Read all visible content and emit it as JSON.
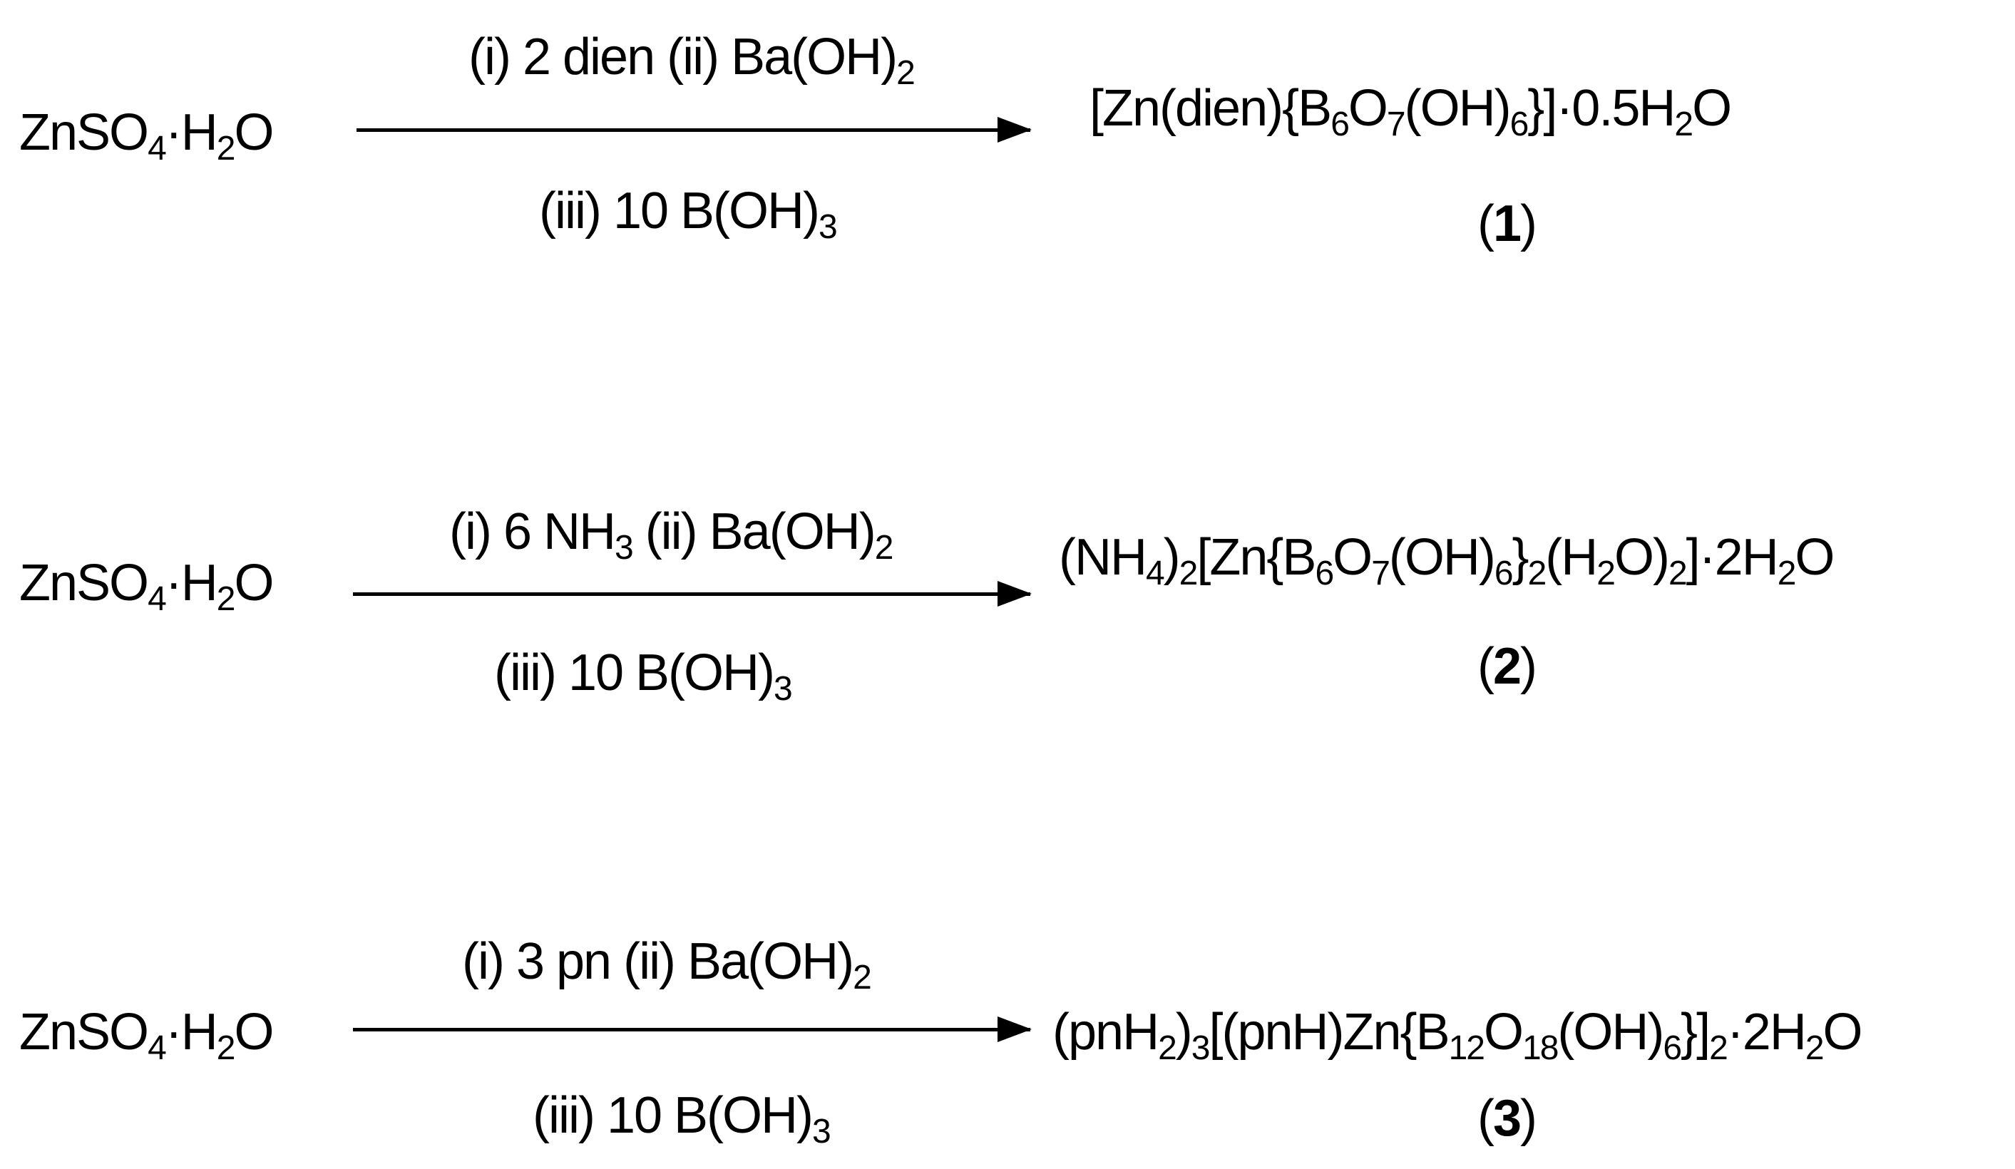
{
  "reactions": [
    {
      "reactant": [
        {
          "t": "ZnSO"
        },
        {
          "t": "4",
          "sub": true
        },
        {
          "t": "·H"
        },
        {
          "t": "2",
          "sub": true
        },
        {
          "t": "O"
        }
      ],
      "above": [
        {
          "t": "(i) 2 dien (ii) Ba(OH)"
        },
        {
          "t": "2",
          "sub": true
        }
      ],
      "below": [
        {
          "t": "(iii) 10 B(OH)"
        },
        {
          "t": "3",
          "sub": true
        }
      ],
      "product": [
        {
          "t": "[Zn(dien){B"
        },
        {
          "t": "6",
          "sub": true
        },
        {
          "t": "O"
        },
        {
          "t": "7",
          "sub": true
        },
        {
          "t": "(OH)"
        },
        {
          "t": "6",
          "sub": true
        },
        {
          "t": "}]·0.5H"
        },
        {
          "t": "2",
          "sub": true
        },
        {
          "t": "O"
        }
      ],
      "label": "1"
    },
    {
      "reactant": [
        {
          "t": "ZnSO"
        },
        {
          "t": "4",
          "sub": true
        },
        {
          "t": "·H"
        },
        {
          "t": "2",
          "sub": true
        },
        {
          "t": "O"
        }
      ],
      "above": [
        {
          "t": "(i) 6 NH"
        },
        {
          "t": "3",
          "sub": true
        },
        {
          "t": " (ii)  Ba(OH)"
        },
        {
          "t": "2",
          "sub": true
        }
      ],
      "below": [
        {
          "t": "(iii) 10 B(OH)"
        },
        {
          "t": "3",
          "sub": true
        }
      ],
      "product": [
        {
          "t": "(NH"
        },
        {
          "t": "4",
          "sub": true
        },
        {
          "t": ")"
        },
        {
          "t": "2",
          "sub": true
        },
        {
          "t": "[Zn{B"
        },
        {
          "t": "6",
          "sub": true
        },
        {
          "t": "O"
        },
        {
          "t": "7",
          "sub": true
        },
        {
          "t": "(OH)"
        },
        {
          "t": "6",
          "sub": true
        },
        {
          "t": "}"
        },
        {
          "t": "2",
          "sub": true
        },
        {
          "t": "(H"
        },
        {
          "t": "2",
          "sub": true
        },
        {
          "t": "O)"
        },
        {
          "t": "2",
          "sub": true
        },
        {
          "t": "]·2H"
        },
        {
          "t": "2",
          "sub": true
        },
        {
          "t": "O"
        }
      ],
      "label": "2"
    },
    {
      "reactant": [
        {
          "t": "ZnSO"
        },
        {
          "t": "4",
          "sub": true
        },
        {
          "t": "·H"
        },
        {
          "t": "2",
          "sub": true
        },
        {
          "t": "O"
        }
      ],
      "above": [
        {
          "t": "(i) 3 pn (ii) Ba(OH)"
        },
        {
          "t": "2",
          "sub": true
        }
      ],
      "below": [
        {
          "t": "(iii) 10 B(OH)"
        },
        {
          "t": "3",
          "sub": true
        }
      ],
      "product": [
        {
          "t": "(pnH"
        },
        {
          "t": "2",
          "sub": true
        },
        {
          "t": ")"
        },
        {
          "t": "3",
          "sub": true
        },
        {
          "t": "[(pnH)Zn{B"
        },
        {
          "t": "12",
          "sub": true
        },
        {
          "t": "O"
        },
        {
          "t": "18",
          "sub": true
        },
        {
          "t": "(OH)"
        },
        {
          "t": "6",
          "sub": true
        },
        {
          "t": "}]"
        },
        {
          "t": "2",
          "sub": true
        },
        {
          "t": "·2H"
        },
        {
          "t": "2",
          "sub": true
        },
        {
          "t": "O"
        }
      ],
      "label": "3"
    }
  ]
}
